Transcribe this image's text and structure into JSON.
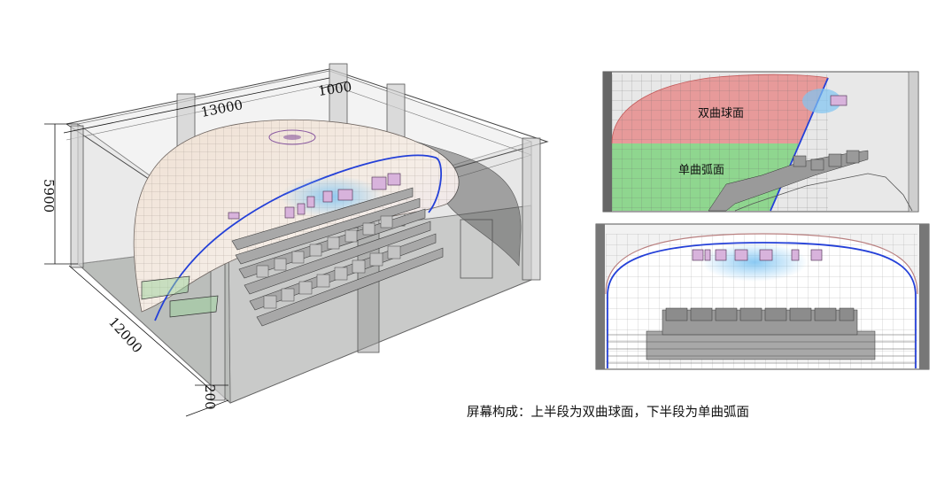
{
  "dimensions": {
    "width_label": "13000",
    "offset_label": "1000",
    "height_label": "5900",
    "depth_label": "12000",
    "base_label": "200"
  },
  "side_panel": {
    "upper_label": "双曲球面",
    "lower_label": "单曲弧面"
  },
  "caption": "屏幕构成：上半段为双曲球面，下半段为单曲弧面",
  "colors": {
    "screen_edge": "#2440d8",
    "upper_surface": "#e79a9a",
    "lower_surface": "#8fd68f",
    "projector": "#d8b3dc",
    "room_gray": "#bfbfbf"
  }
}
